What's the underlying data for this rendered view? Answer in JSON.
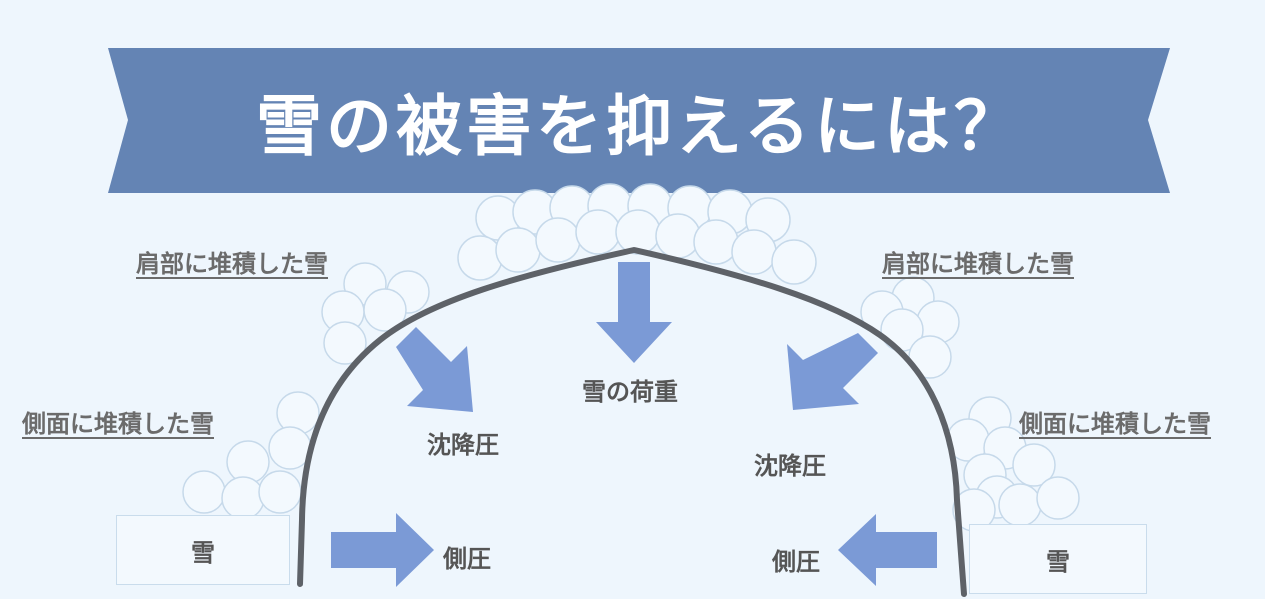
{
  "title": "雪の被害を抑えるには？",
  "labels": {
    "shoulder_left": "肩部に堆積した雪",
    "shoulder_right": "肩部に堆積した雪",
    "side_left": "側面に堆積した雪",
    "side_right": "側面に堆積した雪",
    "snow_load": "雪の荷重",
    "settlement_left": "沈降圧",
    "settlement_right": "沈降圧",
    "lateral_left": "側圧",
    "lateral_right": "側圧",
    "snow_left": "雪",
    "snow_right": "雪"
  },
  "colors": {
    "background": "#eef6fd",
    "banner": "#6484b4",
    "arrow": "#7b9ad6",
    "frame": "#5e6268",
    "snowball_stroke": "#c6d9ea",
    "label_text": "#6b6b6b"
  }
}
